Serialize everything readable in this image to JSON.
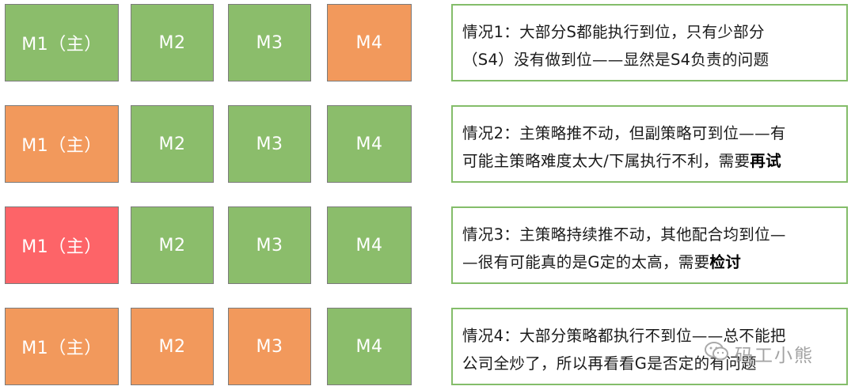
{
  "rows": [
    {
      "boxes": [
        {
          "label": "M1（主）",
          "color": "#8bbd6b"
        },
        {
          "label": "M2",
          "color": "#8bbd6b"
        },
        {
          "label": "M3",
          "color": "#8bbd6b"
        },
        {
          "label": "M4",
          "color": "#f2995c"
        }
      ],
      "note": {
        "line1": "情况1：大部分S都能执行到位，只有少部分",
        "line2": "（S4）没有做到位——显然是S4负责的问题",
        "bold": ""
      }
    },
    {
      "boxes": [
        {
          "label": "M1（主）",
          "color": "#f2995c"
        },
        {
          "label": "M2",
          "color": "#8bbd6b"
        },
        {
          "label": "M3",
          "color": "#8bbd6b"
        },
        {
          "label": "M4",
          "color": "#8bbd6b"
        }
      ],
      "note": {
        "line1": "情况2：主策略推不动，但副策略可到位——有",
        "line2": "可能主策略难度太大/下属执行不利，需要",
        "bold": "再试"
      }
    },
    {
      "boxes": [
        {
          "label": "M1（主）",
          "color": "#fd6468"
        },
        {
          "label": "M2",
          "color": "#8bbd6b"
        },
        {
          "label": "M3",
          "color": "#8bbd6b"
        },
        {
          "label": "M4",
          "color": "#8bbd6b"
        }
      ],
      "note": {
        "line1": "情况3：主策略持续推不动，其他配合均到位—",
        "line2": "—很有可能真的是G定的太高，需要",
        "bold": "检讨"
      }
    },
    {
      "boxes": [
        {
          "label": "M1（主）",
          "color": "#f2995c"
        },
        {
          "label": "M2",
          "color": "#f2995c"
        },
        {
          "label": "M3",
          "color": "#f2995c"
        },
        {
          "label": "M4",
          "color": "#8bbd6b"
        }
      ],
      "note": {
        "line1": "情况4：大部分策略都执行不到位——总不能把",
        "line2": "公司全炒了，所以再看看G是否定的有问题",
        "bold": ""
      }
    }
  ],
  "watermark": {
    "text": "码工小熊"
  },
  "colors": {
    "green": "#8bbd6b",
    "orange": "#f2995c",
    "red": "#fd6468",
    "note_border": "#84bd6a"
  }
}
